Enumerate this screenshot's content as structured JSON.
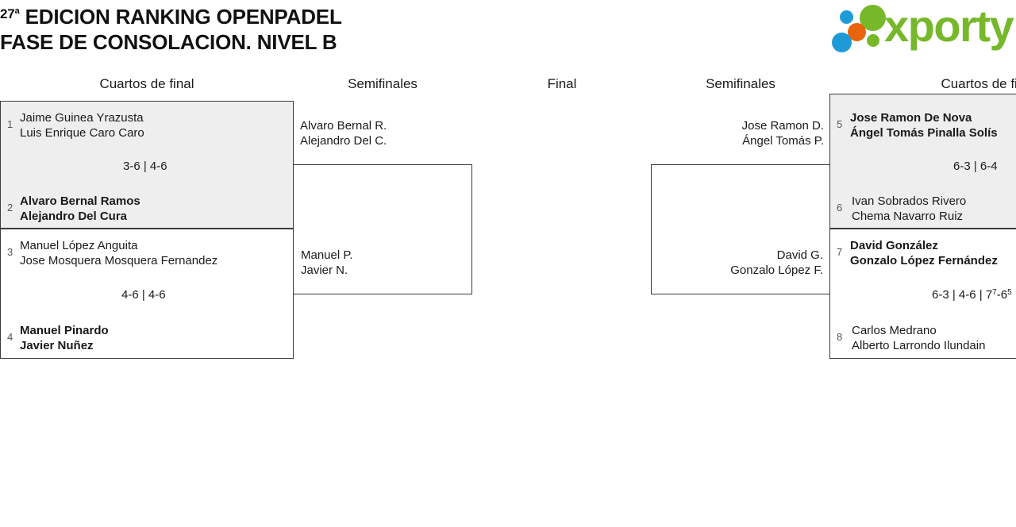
{
  "header": {
    "title_line1_ordinal": "27ª",
    "title_line1": " EDICION RANKING OPENPADEL",
    "title_line2": "FASE DE CONSOLACION. NIVEL B",
    "logo_word": "xporty",
    "colors": {
      "green": "#76b82a",
      "blue": "#1e9bd7",
      "orange": "#e8650d"
    }
  },
  "rounds": [
    {
      "label": "Cuartos de final"
    },
    {
      "label": "Semifinales"
    },
    {
      "label": "Final"
    },
    {
      "label": "Semifinales"
    },
    {
      "label": "Cuartos de final"
    }
  ],
  "bracket": {
    "left_quarterfinals": [
      {
        "top": {
          "seed": "1",
          "p1": "Jaime Guinea Yrazusta",
          "p2": "Luis Enrique Caro Caro",
          "winner": false
        },
        "bottom": {
          "seed": "2",
          "p1": "Alvaro Bernal Ramos",
          "p2": "Alejandro Del Cura",
          "winner": true
        },
        "score": "3-6 | 4-6"
      },
      {
        "top": {
          "seed": "3",
          "p1": "Manuel López Anguita",
          "p2": "Jose Mosquera Mosquera Fernandez",
          "winner": false
        },
        "bottom": {
          "seed": "4",
          "p1": "Manuel Pinardo",
          "p2": "Javier Nuñez",
          "winner": true
        },
        "score": "4-6 | 4-6"
      }
    ],
    "left_semifinal": {
      "top": {
        "p1": "Alvaro Bernal R.",
        "p2": "Alejandro Del C."
      },
      "bottom": {
        "p1": "Manuel P.",
        "p2": "Javier N."
      }
    },
    "right_semifinal": {
      "top": {
        "p1": "Jose Ramon D.",
        "p2": "Ángel Tomás P."
      },
      "bottom": {
        "p1": "David G.",
        "p2": "Gonzalo López F."
      }
    },
    "right_quarterfinals": [
      {
        "top": {
          "seed": "5",
          "p1": "Jose Ramon De Nova",
          "p2": "Ángel Tomás Pinalla Solís",
          "winner": true
        },
        "bottom": {
          "seed": "6",
          "p1": "Ivan Sobrados Rivero",
          "p2": "Chema Navarro Ruiz",
          "winner": false
        },
        "score": "6-3 | 6-4"
      },
      {
        "top": {
          "seed": "7",
          "p1": "David González",
          "p2": "Gonzalo López Fernández",
          "winner": true
        },
        "bottom": {
          "seed": "8",
          "p1": "Carlos Medrano",
          "p2": "Alberto Larrondo Ilundain",
          "winner": false
        },
        "score_prefix": "6-3 | 4-6 | 7",
        "score_sup1": "7",
        "score_mid": "-6",
        "score_sup2": "5"
      }
    ]
  }
}
